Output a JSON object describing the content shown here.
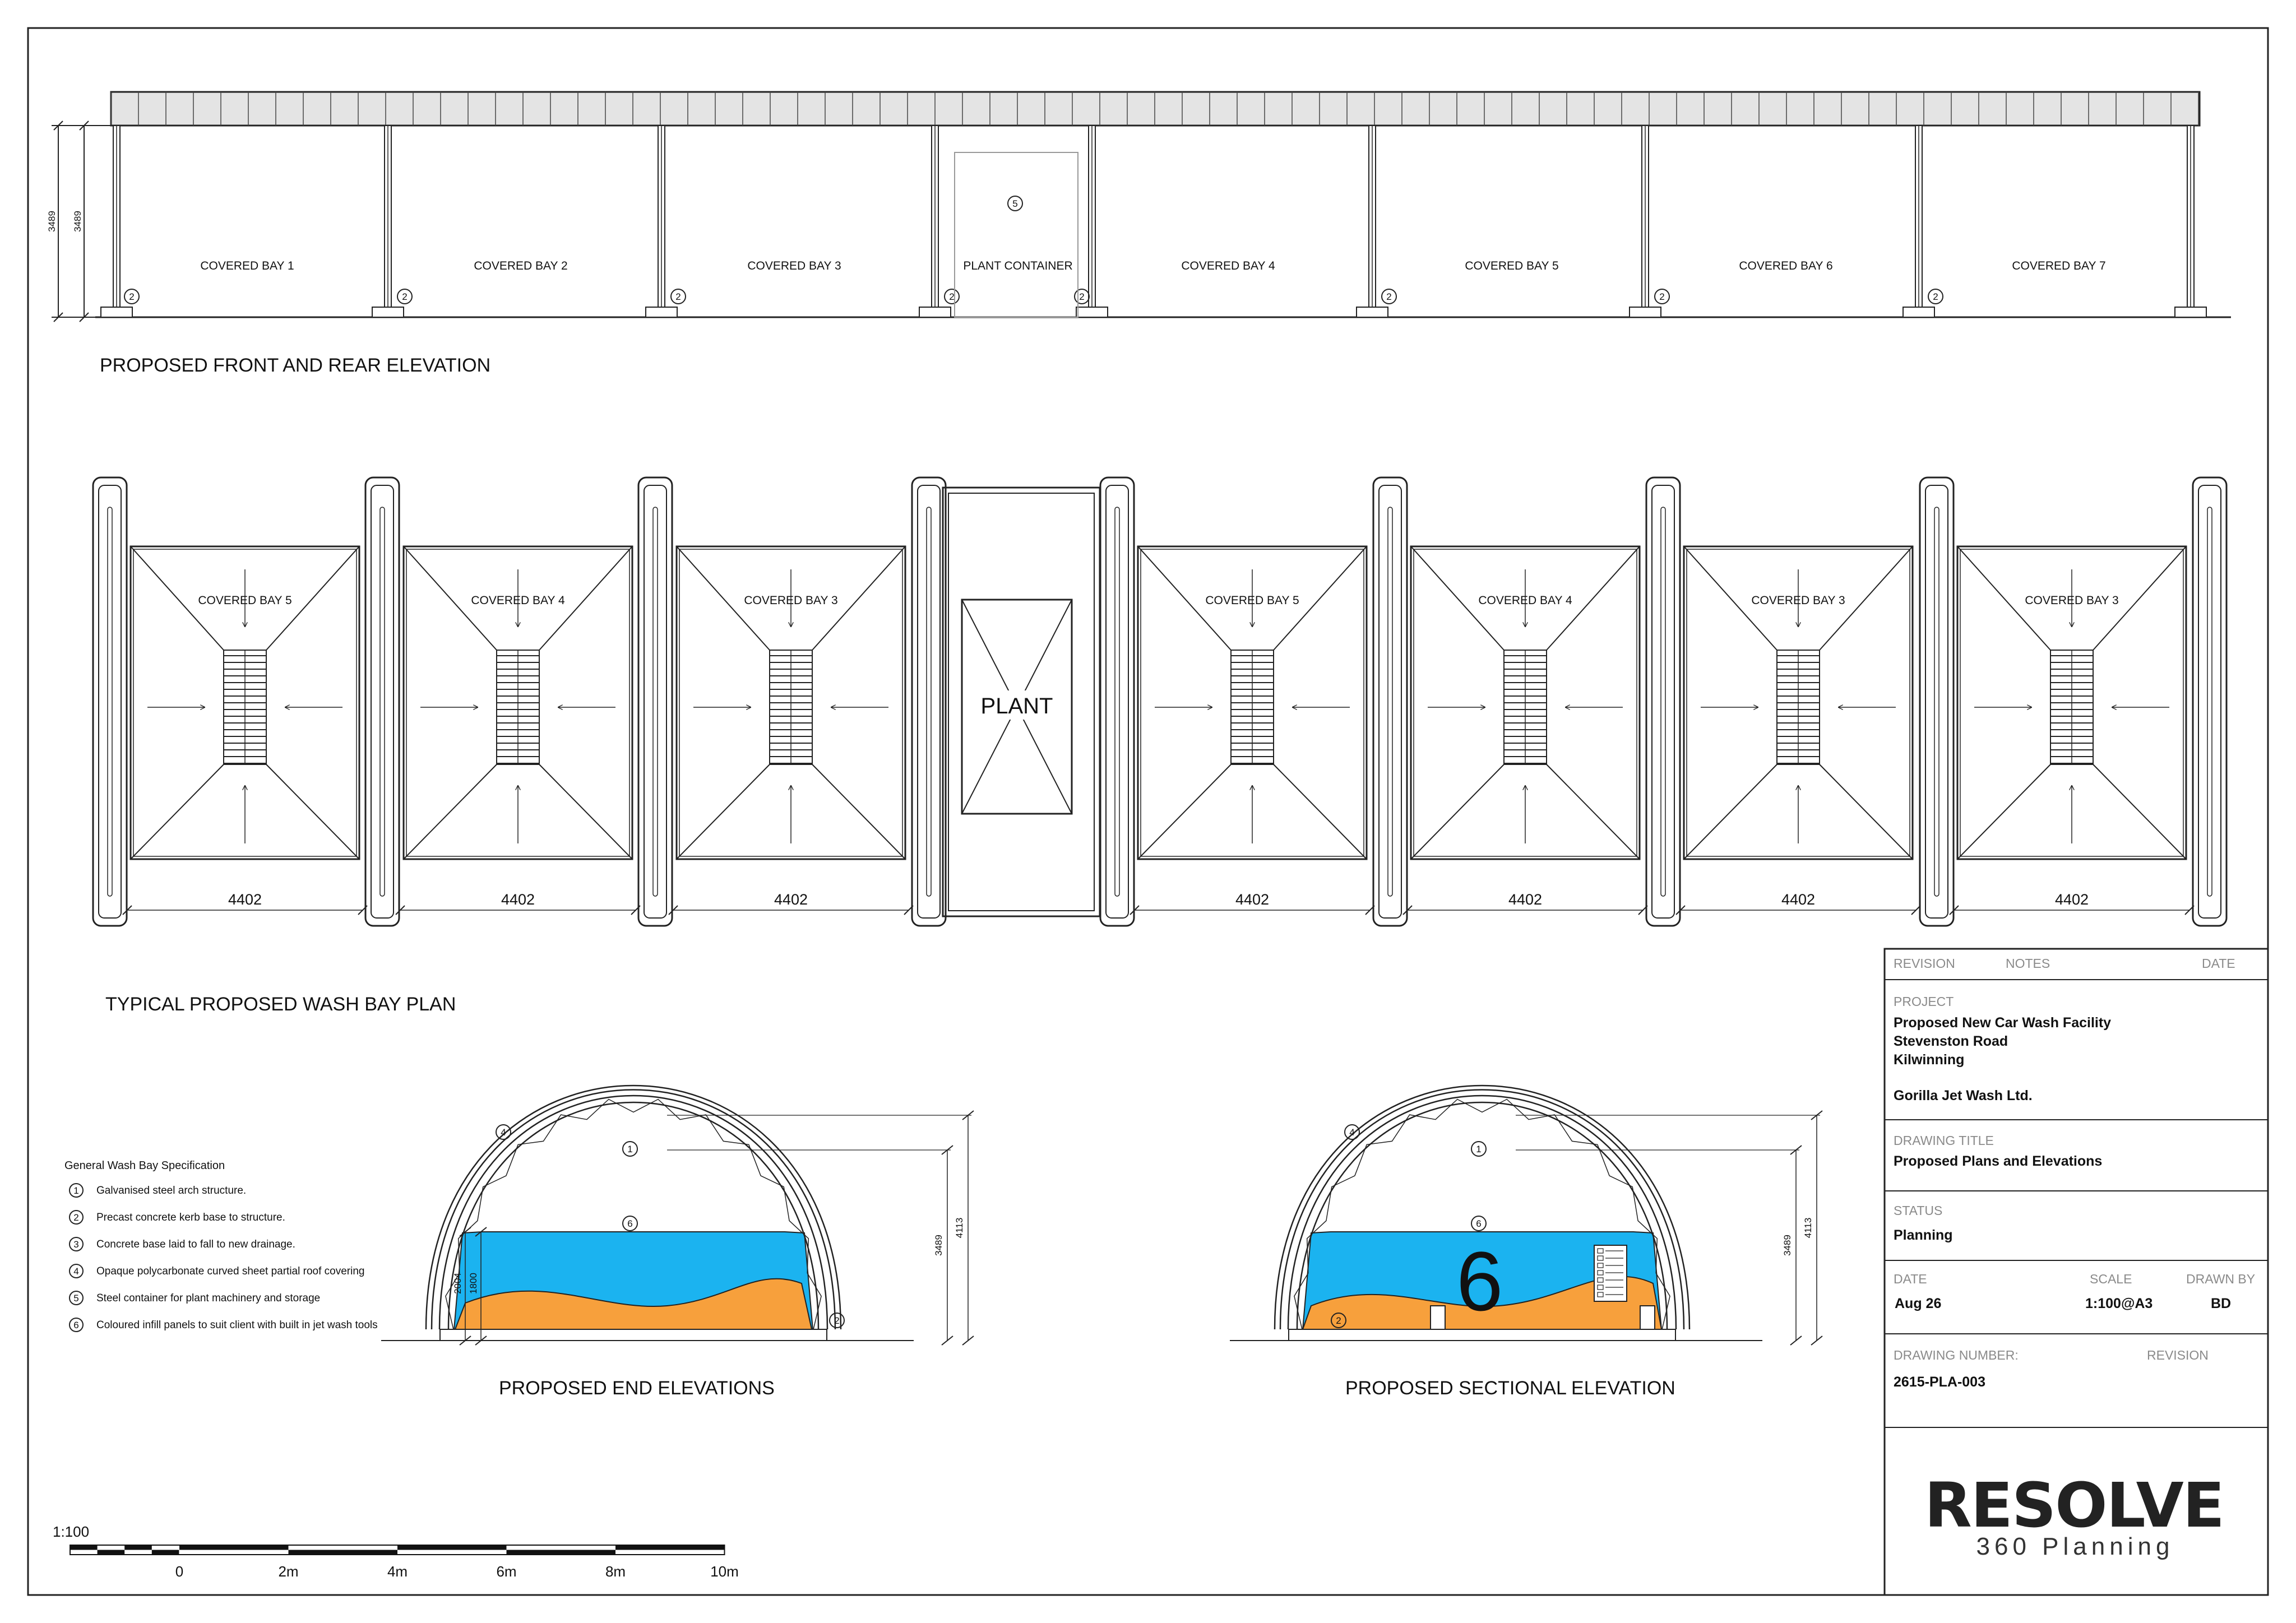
{
  "elevation": {
    "title": "PROPOSED FRONT AND REAR ELEVATION",
    "height_dim": "3489",
    "bays": [
      "COVERED BAY 1",
      "COVERED BAY 2",
      "COVERED BAY 3",
      "PLANT CONTAINER",
      "COVERED BAY 4",
      "COVERED BAY 5",
      "COVERED BAY 6",
      "COVERED BAY 7"
    ],
    "kerb_tag": "2",
    "container_tag": "5"
  },
  "plan": {
    "title": "TYPICAL PROPOSED WASH BAY PLAN",
    "bays": [
      "COVERED BAY 5",
      "COVERED BAY 4",
      "COVERED BAY 3",
      "COVERED BAY 5",
      "COVERED BAY 4",
      "COVERED BAY 3",
      "COVERED BAY 3"
    ],
    "bay_width": "4402",
    "plant_label": "PLANT"
  },
  "spec": {
    "heading": "General Wash Bay Specification",
    "items": [
      {
        "num": "1",
        "text": "Galvanised steel arch structure."
      },
      {
        "num": "2",
        "text": "Precast concrete kerb base to structure."
      },
      {
        "num": "3",
        "text": "Concrete base laid to fall to new drainage."
      },
      {
        "num": "4",
        "text": "Opaque polycarbonate curved sheet partial roof covering"
      },
      {
        "num": "5",
        "text": "Steel container for plant machinery and storage"
      },
      {
        "num": "6",
        "text": "Coloured infill panels to suit client with built in jet wash tools"
      }
    ]
  },
  "end_elevation": {
    "title": "PROPOSED END ELEVATIONS",
    "dims": {
      "d2004": "2004",
      "d1800": "1800",
      "d3489": "3489",
      "d4113": "4113"
    },
    "tags": {
      "t1": "1",
      "t2": "2",
      "t4": "4",
      "t6": "6"
    }
  },
  "section": {
    "title": "PROPOSED SECTIONAL ELEVATION",
    "big_number": "6",
    "dims": {
      "d3489": "3489",
      "d4113": "4113"
    }
  },
  "scale_bar": {
    "ratio": "1:100",
    "ticks": [
      "0",
      "2m",
      "4m",
      "6m",
      "8m",
      "10m"
    ]
  },
  "title_block": {
    "revision_header": {
      "revision": "REVISION",
      "notes": "NOTES",
      "date": "DATE"
    },
    "project_label": "PROJECT",
    "project_lines": [
      "Proposed New Car Wash Facility",
      "Stevenston Road",
      "Kilwinning"
    ],
    "client": "Gorilla Jet Wash Ltd.",
    "drawing_title_label": "DRAWING TITLE",
    "drawing_title": "Proposed Plans and Elevations",
    "status_label": "STATUS",
    "status": "Planning",
    "date_label": "DATE",
    "date": "Aug 26",
    "scale_label": "SCALE",
    "scale": "1:100@A3",
    "drawn_by_label": "DRAWN BY",
    "drawn_by": "BD",
    "drawing_number_label": "DRAWING NUMBER:",
    "drawing_number": "2615-PLA-003",
    "revision_label": "REVISION",
    "logo": "RESOLVE",
    "logo_sub": "360 Planning"
  },
  "colors": {
    "panel": "#1bb3f0",
    "ground": "#f7a03c",
    "roof": "#e4e4e4",
    "line": "#1a1a1a"
  }
}
